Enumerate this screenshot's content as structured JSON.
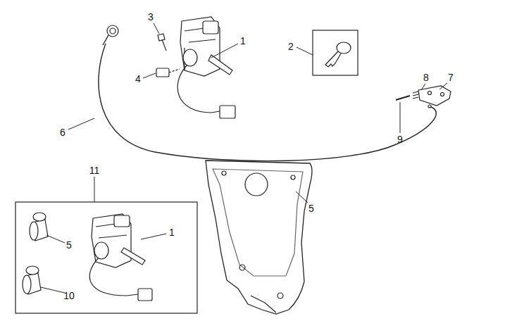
{
  "diagram": {
    "labels": [
      "3",
      "1",
      "2",
      "8",
      "7",
      "4",
      "6",
      "9",
      "11",
      "5",
      "1",
      "5",
      "10"
    ]
  }
}
